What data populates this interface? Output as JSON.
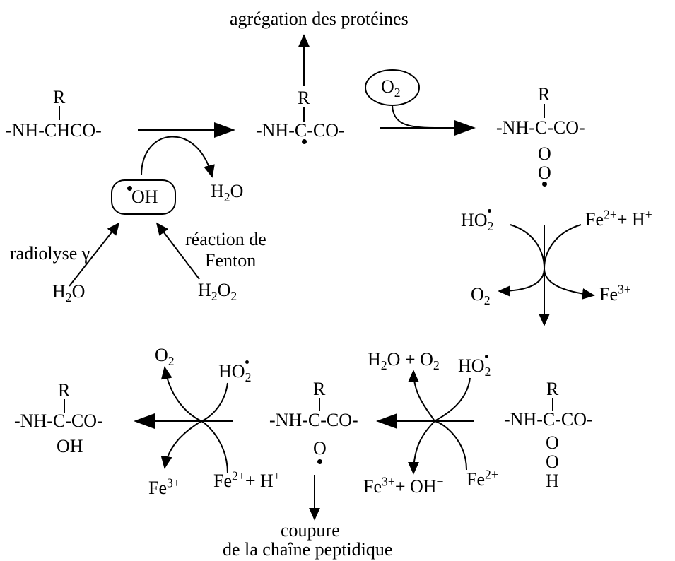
{
  "title": "agrégation des protéines",
  "bottom_label": {
    "line1": "coupure",
    "line2": "de la chaîne peptidique"
  },
  "species": {
    "start_R": "R",
    "start_formula": "-NH-CHCO-",
    "radical_R": "R",
    "radical_formula": "-NH-C-CO-",
    "peroxyl_R": "R",
    "peroxyl_formula": "-NH-C-CO-",
    "peroxyl_o1": "O",
    "peroxyl_o2": "O",
    "hydroperoxide_R": "R",
    "hydroperoxide_formula": "-NH-C-CO-",
    "hydroperoxide_o1": "O",
    "hydroperoxide_o2": "O",
    "hydroperoxide_h": "H",
    "alkoxyl_R": "R",
    "alkoxyl_formula": "-NH-C-CO-",
    "alkoxyl_o": "O",
    "alcohol_R": "R",
    "alcohol_formula": "-NH-C-CO-",
    "alcohol_oh": "OH"
  },
  "reagents": {
    "oh_radical": "OH",
    "o2_circled_main": "O",
    "o2_circled_sub": "2",
    "h2o_out_main": "H",
    "h2o_out_sub": "2",
    "h2o_out_tail": "O",
    "radiolyse": "radiolyse γ",
    "fenton_line1": "réaction de",
    "fenton_line2": "Fenton",
    "h2o_in_main": "H",
    "h2o_in_sub": "2",
    "h2o_in_tail": "O",
    "h2o2_main": "H",
    "h2o2_sub1": "2",
    "h2o2_mid": "O",
    "h2o2_sub2": "2",
    "ho2_r_main": "HO",
    "ho2_r_sub": "2",
    "fe2_r_main": "Fe",
    "fe2_r_sup": "2+",
    "fe2_r_tail": "+ H",
    "fe2_r_sup2": "+",
    "o2_r_main": "O",
    "o2_r_sub": "2",
    "fe3_r_main": "Fe",
    "fe3_r_sup": "3+",
    "h2o_o2_a": "H",
    "h2o_o2_b": "2",
    "h2o_o2_c": "O + O",
    "h2o_o2_d": "2",
    "ho2_m_main": "HO",
    "ho2_m_sub": "2",
    "fe3oh_main": "Fe",
    "fe3oh_sup": "3+",
    "fe3oh_tail": "+ OH",
    "fe3oh_sup2": "−",
    "fe2_m_main": "Fe",
    "fe2_m_sup": "2+",
    "o2_l_main": "O",
    "o2_l_sub": "2",
    "ho2_l_main": "HO",
    "ho2_l_sub": "2",
    "fe3_l_main": "Fe",
    "fe3_l_sup": "3+",
    "fe2_l_main": "Fe",
    "fe2_l_sup": "2+",
    "fe2_l_tail": "+ H",
    "fe2_l_sup2": "+"
  },
  "colors": {
    "ink": "#000000",
    "background": "#ffffff"
  }
}
